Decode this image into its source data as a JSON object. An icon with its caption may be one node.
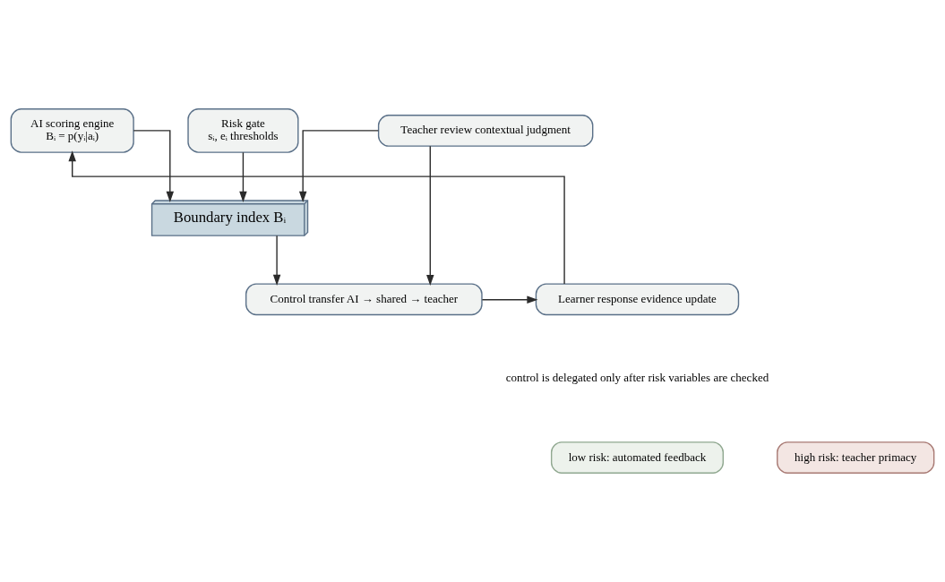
{
  "diagram": {
    "nodes": [
      {
        "text": [
          "AI scoring engine",
          "Bᵢ = p(yᵢ|aᵢ)"
        ]
      },
      {
        "text": [
          "Risk gate",
          "sᵢ, eᵢ thresholds"
        ]
      },
      {
        "text": [
          "Teacher review contextual judgment"
        ]
      },
      {
        "text": [
          "Boundary index Bᵢ"
        ]
      },
      {
        "text": [
          "Learner response evidence update"
        ]
      },
      {
        "text": [
          "Control transfer AI → shared → teacher"
        ]
      },
      {
        "text": [
          "low risk: automated feedback"
        ]
      },
      {
        "text": [
          "high risk: teacher primacy"
        ]
      }
    ],
    "edges": [
      {
        "from": 0,
        "to": 3,
        "arrow": "to"
      },
      {
        "from": 1,
        "to": 3,
        "arrow": "to"
      },
      {
        "from": 2,
        "to": 3,
        "arrow": "to"
      },
      {
        "from": 2,
        "to": 5,
        "arrow": "to"
      },
      {
        "from": 3,
        "to": 5,
        "arrow": "to"
      },
      {
        "from": 5,
        "to": 4,
        "arrow": "to"
      },
      {
        "from": 4,
        "to": 0,
        "arrow": "to"
      }
    ],
    "labels": [
      "control is delegated only after risk variables are checked"
    ]
  }
}
